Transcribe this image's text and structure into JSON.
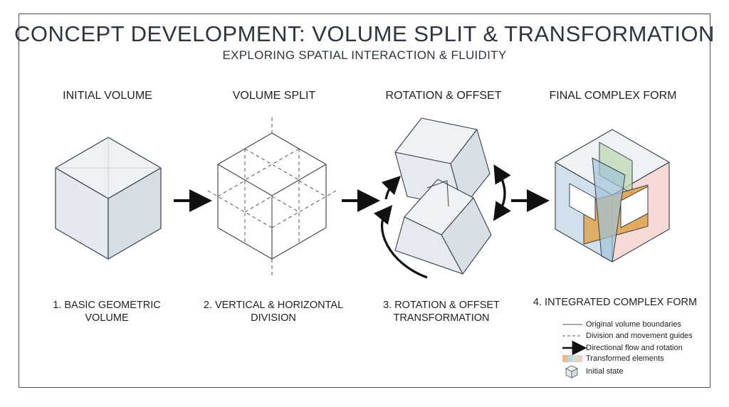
{
  "title": "CONCEPT DEVELOPMENT: VOLUME SPLIT & TRANSFORMATION",
  "subtitle": "EXPLORING SPATIAL INTERACTION & FLUIDITY",
  "steps": [
    {
      "heading": "INITIAL VOLUME",
      "caption_line1": "1. BASIC GEOMETRIC",
      "caption_line2": "VOLUME"
    },
    {
      "heading": "VOLUME SPLIT",
      "caption_line1": "2. VERTICAL & HORIZONTAL",
      "caption_line2": "DIVISION"
    },
    {
      "heading": "ROTATION & OFFSET",
      "caption_line1": "3. ROTATION & OFFSET",
      "caption_line2": "TRANSFORMATION"
    },
    {
      "heading": "FINAL COMPLEX FORM",
      "caption_line1": "4. INTEGRATED COMPLEX FORM",
      "caption_line2": ""
    }
  ],
  "legend": [
    {
      "symbol": "solid-line",
      "text": "Original volume boundaries"
    },
    {
      "symbol": "dashed-line",
      "text": "Division and movement guides"
    },
    {
      "symbol": "arrow",
      "text": "Directional flow and rotation"
    },
    {
      "symbol": "color-swatch",
      "text": "Transformed elements"
    },
    {
      "symbol": "cube-icon",
      "text": "Initial state"
    }
  ],
  "colors": {
    "ink": "#2a2f36",
    "cube_light": "#eef2f5",
    "cube_mid": "#dfe6ec",
    "cube_dark": "#cfd8df",
    "accent_orange": "#e0a24a",
    "accent_blue": "#9fc3d8",
    "accent_green": "#b9d6b0",
    "accent_pink": "#efb7b0"
  }
}
